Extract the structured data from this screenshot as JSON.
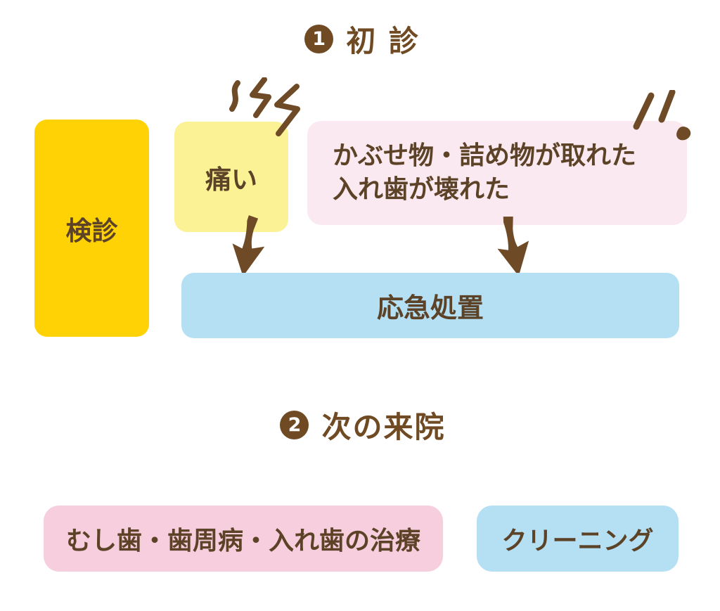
{
  "diagram": {
    "background": "#ffffff",
    "colors": {
      "header_brown": "#6f4a23",
      "text_brown": "#5c4226",
      "gold": "#ffd205",
      "pale_yellow": "#faf295",
      "pale_pink": "#fbe9f1",
      "rose_pink": "#f6cede",
      "light_blue": "#b5e0f4",
      "panel_white": "#ffffff",
      "doodle_brown": "#6f4a26"
    },
    "step1": {
      "badge": "1",
      "title": "初 診",
      "checkup_label": "検診",
      "pain_label": "痛い",
      "broken_line1": "かぶせ物・詰め物が取れた",
      "broken_line2": "入れ歯が壊れた",
      "emergency_label": "応急処置"
    },
    "step2": {
      "badge": "2",
      "title": "次の来院",
      "treatment_label": "むし歯・歯周病・入れ歯の治療",
      "cleaning_label": "クリーニング"
    },
    "icons": {
      "pain_squiggle": "pain-squiggle-icon",
      "emphasis_marks": "emphasis-marks-icon",
      "arrow_left": "down-arrow-doodle-icon",
      "arrow_right": "down-arrow-doodle-icon"
    }
  }
}
